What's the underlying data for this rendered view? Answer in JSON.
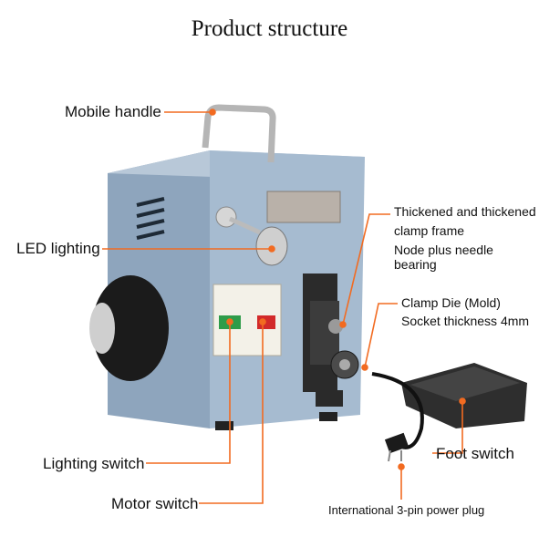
{
  "title": "Product structure",
  "colors": {
    "leader": "#f26b21",
    "body": "#9fb3c8",
    "body_dark": "#7f96ad",
    "die": "#2b2b2b",
    "pedal": "#333333"
  },
  "labels": {
    "mobile_handle": "Mobile handle",
    "led_lighting": "LED lighting",
    "clamp_frame_1": "Thickened and thickened",
    "clamp_frame_2": "clamp frame",
    "clamp_frame_3": "Node plus needle bearing",
    "clamp_die_1": "Clamp Die (Mold)",
    "clamp_die_2": "Socket thickness 4mm",
    "lighting_switch": "Lighting switch",
    "motor_switch": "Motor switch",
    "foot_switch": "Foot switch",
    "power_plug": "International 3-pin power plug"
  }
}
